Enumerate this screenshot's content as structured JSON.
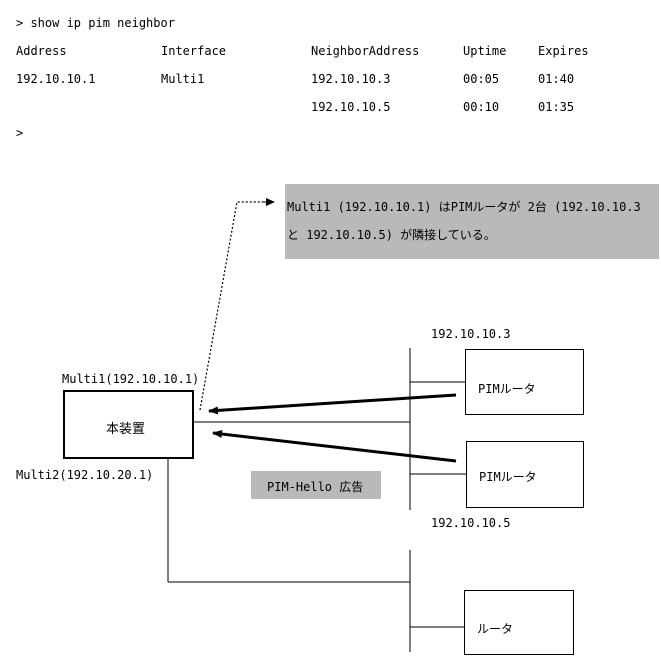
{
  "terminal": {
    "command": "> show ip pim neighbor",
    "headers": [
      "Address",
      "Interface",
      "NeighborAddress",
      "Uptime",
      "Expires"
    ],
    "row1": {
      "address": "192.10.10.1",
      "interface": "Multi1",
      "neighbor": "192.10.10.3",
      "uptime": "00:05",
      "expires": "01:40"
    },
    "row2": {
      "neighbor": "192.10.10.5",
      "uptime": "00:10",
      "expires": "01:35"
    },
    "prompt": ">"
  },
  "callout": {
    "line1": "Multi1 (192.10.10.1) はPIMルータが 2台 (192.10.10.3",
    "line2": "と  192.10.10.5) が隣接している。"
  },
  "device": {
    "label": "本装置",
    "multi1": "Multi1(192.10.10.1)",
    "multi2": "Multi2(192.10.20.1)"
  },
  "routers": {
    "router1_ip": "192.10.10.3",
    "router1_label": "PIMルータ",
    "router2_ip": "192.10.10.5",
    "router2_label": "PIMルータ",
    "router3_label": "ルータ"
  },
  "hello_label": "PIM-Hello 広告"
}
